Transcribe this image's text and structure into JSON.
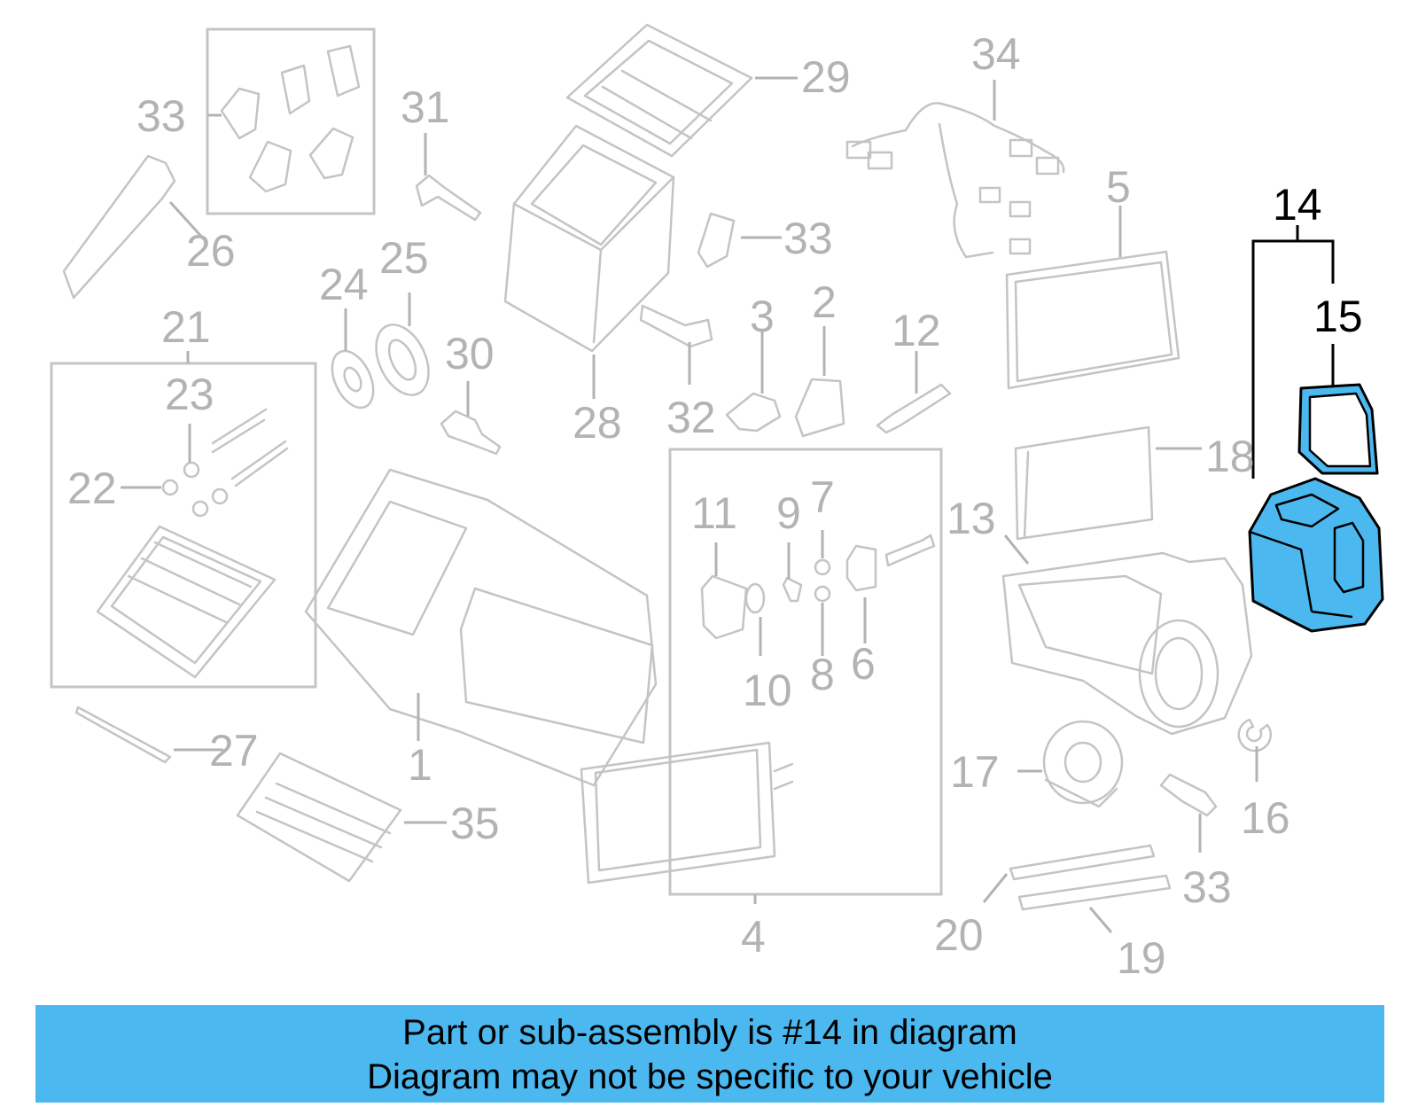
{
  "colors": {
    "highlight": "#4cb8f0",
    "part_outline": "#c4c4c4",
    "callout_grey": "#b3b3b3",
    "callout_active": "#000000"
  },
  "callouts": {
    "c1": "1",
    "c2": "2",
    "c3": "3",
    "c4": "4",
    "c5": "5",
    "c6": "6",
    "c7": "7",
    "c8": "8",
    "c9": "9",
    "c10": "10",
    "c11": "11",
    "c12": "12",
    "c13": "13",
    "c14": "14",
    "c15": "15",
    "c16": "16",
    "c17": "17",
    "c18": "18",
    "c19": "19",
    "c20": "20",
    "c21": "21",
    "c22": "22",
    "c23": "23",
    "c24": "24",
    "c25": "25",
    "c26": "26",
    "c27": "27",
    "c28": "28",
    "c29": "29",
    "c30": "30",
    "c31": "31",
    "c32": "32",
    "c33a": "33",
    "c33b": "33",
    "c33c": "33",
    "c34": "34",
    "c35": "35"
  },
  "banner": {
    "line1": "Part or sub-assembly is #14 in diagram",
    "line2": "Diagram may not be specific to your vehicle"
  }
}
